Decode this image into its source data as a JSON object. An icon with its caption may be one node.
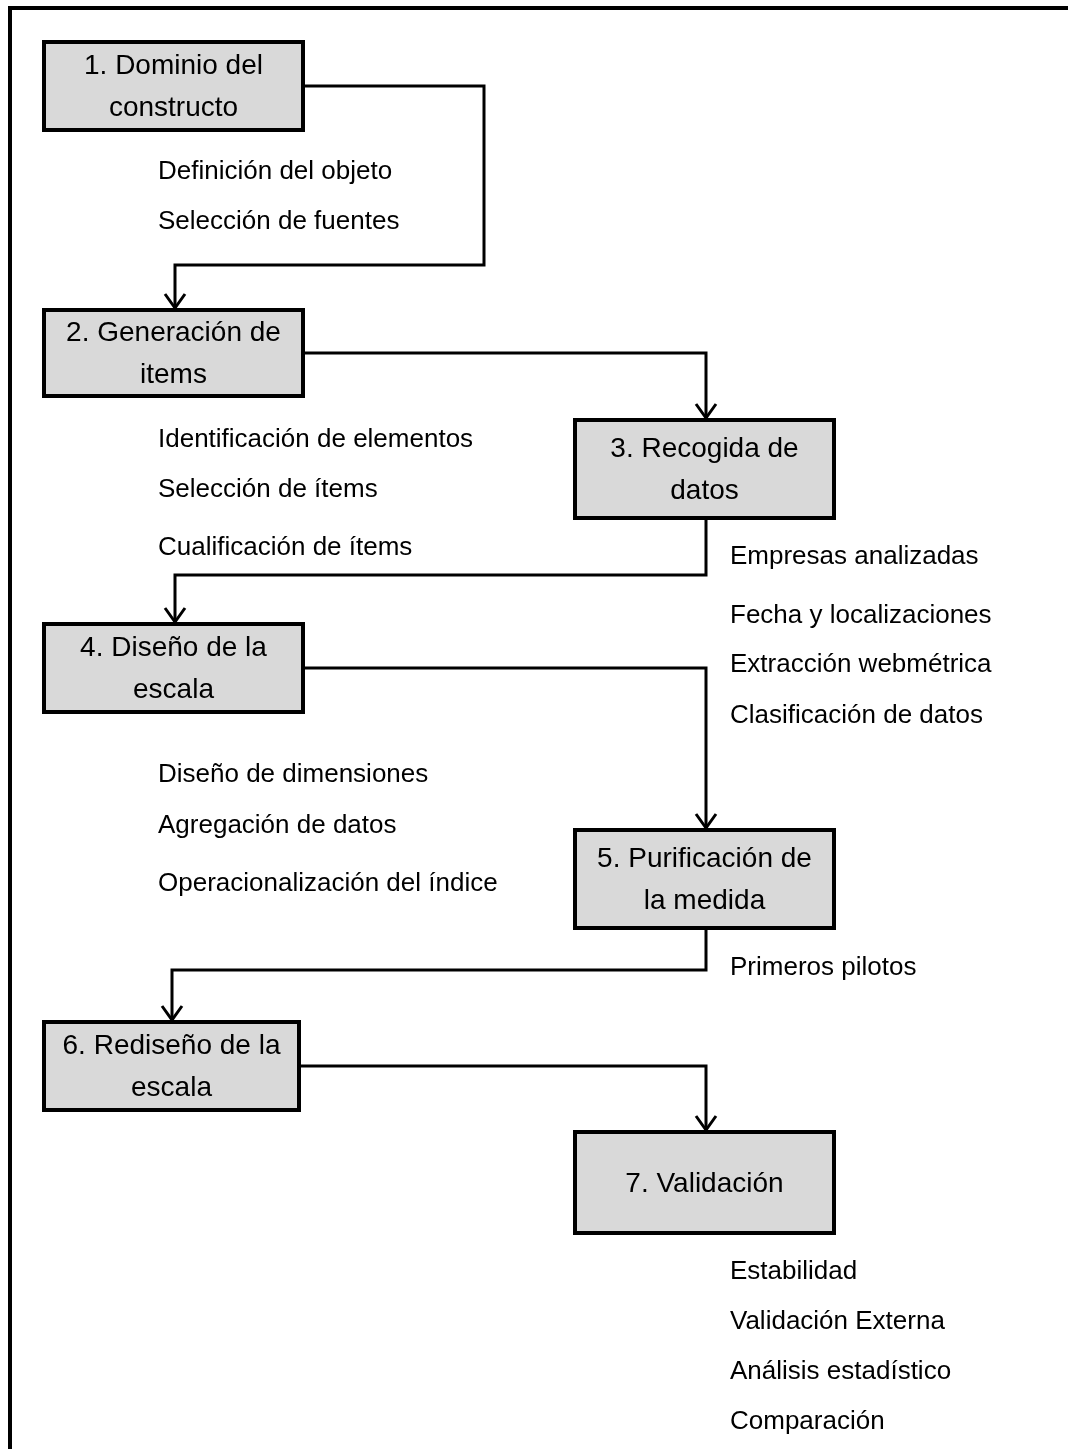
{
  "diagram": {
    "nodes": [
      {
        "text": [
          "1. Dominio del constructo"
        ],
        "beside": [
          "Definición del objeto",
          "Selección de fuentes"
        ]
      },
      {
        "text": [
          "2. Generación de items"
        ],
        "beside": [
          "Identificación de elementos",
          "Selección de ítems",
          "Cualificación de ítems"
        ]
      },
      {
        "text": [
          "3. Recogida de datos"
        ],
        "beside": [
          "Empresas analizadas",
          "Fecha y localizaciones",
          "Extracción webmétrica",
          "Clasificación de datos"
        ]
      },
      {
        "text": [
          "4. Diseño de la escala"
        ],
        "beside": [
          "Diseño de dimensiones",
          "Agregación de  datos",
          "Operacionalización del índice"
        ]
      },
      {
        "text": [
          "5. Purificación de la medida"
        ],
        "beside": [
          "Primeros pilotos"
        ]
      },
      {
        "text": [
          "6. Rediseño de la escala"
        ]
      },
      {
        "text": [
          "7. Validación"
        ],
        "beside": [
          "Estabilidad",
          "Validación Externa",
          "Análisis estadístico",
          "Comparación"
        ]
      }
    ],
    "edges": [
      {
        "from": 0,
        "to": 1,
        "arrow": "to"
      },
      {
        "from": 1,
        "to": 2,
        "arrow": "to"
      },
      {
        "from": 2,
        "to": 3,
        "arrow": "to"
      },
      {
        "from": 3,
        "to": 4,
        "arrow": "to"
      },
      {
        "from": 4,
        "to": 5,
        "arrow": "to"
      },
      {
        "from": 5,
        "to": 6,
        "arrow": "to"
      }
    ]
  }
}
